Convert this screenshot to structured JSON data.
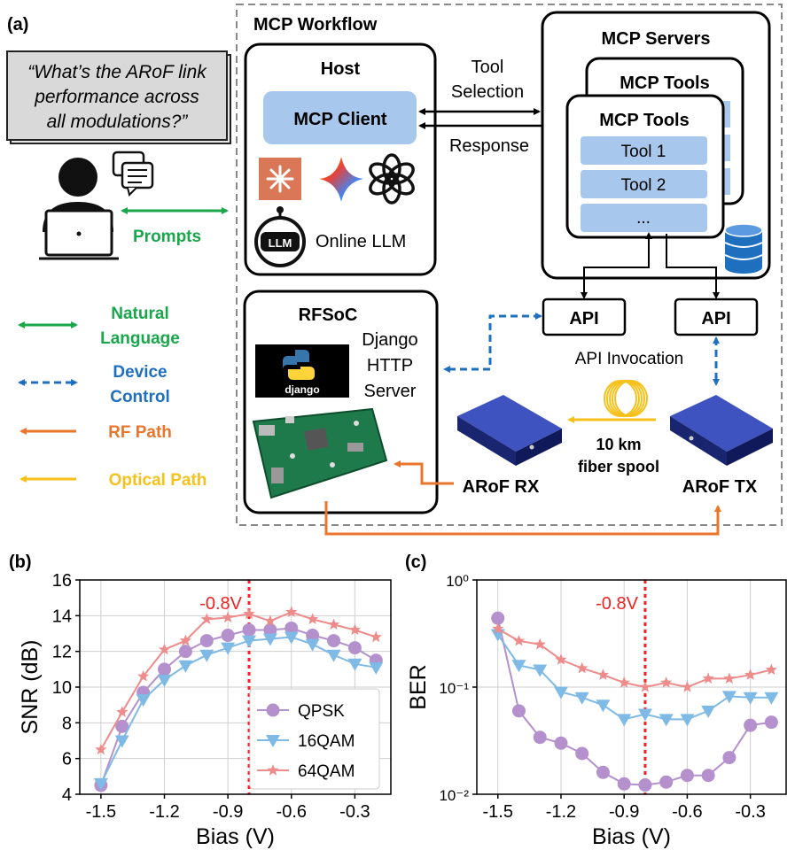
{
  "panel_labels": {
    "a": "(a)",
    "b": "(b)",
    "c": "(c)"
  },
  "diagram": {
    "query": [
      "“What’s the ARoF link",
      "performance  across",
      "all modulations?”"
    ],
    "prompts_label": "Prompts",
    "workflow_title": "MCP Workflow",
    "host_title": "Host",
    "mcp_client": "MCP Client",
    "online_llm": "Online LLM",
    "llm_badge": "LLM",
    "tool_selection": [
      "Tool",
      "Selection"
    ],
    "response": "Response",
    "servers_title": "MCP Servers",
    "tools_title": "MCP Tools",
    "tools": [
      "Tool 1",
      "Tool 2",
      "..."
    ],
    "api_left": "API",
    "api_right": "API",
    "api_invocation": "API Invocation",
    "rfsoc_title": "RFSoC",
    "django_server": [
      "Django",
      "HTTP",
      "Server"
    ],
    "django_logo": "django",
    "arof_rx": "ARoF RX",
    "arof_tx": "ARoF TX",
    "fiber": [
      "10 km",
      "fiber spool"
    ],
    "legend": [
      {
        "lines": [
          "Natural",
          "Language"
        ],
        "color": "#1aa64b"
      },
      {
        "lines": [
          "Device",
          "Control"
        ],
        "color": "#1f6fbf"
      },
      {
        "lines": [
          "RF Path"
        ],
        "color": "#e8762d"
      },
      {
        "lines": [
          "Optical Path"
        ],
        "color": "#f6c11a"
      }
    ],
    "colors": {
      "green": "#1aa64b",
      "blue": "#1f6fbf",
      "orange": "#e8762d",
      "yellow": "#f6c11a",
      "client": "#a7c8ec"
    }
  },
  "chart_data": [
    {
      "type": "line",
      "xlabel": "Bias (V)",
      "ylabel": "SNR (dB)",
      "xlim": [
        -1.6,
        -0.13
      ],
      "ylim": [
        4,
        16
      ],
      "xticks": [
        -1.5,
        -1.2,
        -0.9,
        -0.6,
        -0.3
      ],
      "xtick_labels": [
        "-1.5",
        "-1.2",
        "-0.9",
        "-0.6",
        "-0.3"
      ],
      "yticks": [
        4,
        6,
        8,
        10,
        12,
        14,
        16
      ],
      "ytick_labels": [
        "4",
        "6",
        "8",
        "10",
        "12",
        "14",
        "16"
      ],
      "grid": true,
      "legend_position": "lower-center",
      "annotation": {
        "text": "-0.8V",
        "x": -0.8
      },
      "x": [
        -1.5,
        -1.4,
        -1.3,
        -1.2,
        -1.1,
        -1.0,
        -0.9,
        -0.8,
        -0.7,
        -0.6,
        -0.5,
        -0.4,
        -0.3,
        -0.2
      ],
      "series": [
        {
          "name": "QPSK",
          "color": "#b490cc",
          "marker": "circle",
          "values": [
            4.5,
            7.8,
            9.7,
            11.0,
            12.0,
            12.6,
            12.9,
            13.2,
            13.2,
            13.3,
            12.9,
            12.6,
            12.2,
            11.5
          ]
        },
        {
          "name": "16QAM",
          "color": "#7fb9e6",
          "marker": "triangle",
          "values": [
            4.6,
            7.0,
            9.3,
            10.4,
            11.2,
            11.8,
            12.2,
            12.6,
            12.7,
            12.8,
            12.4,
            11.8,
            11.3,
            11.1
          ]
        },
        {
          "name": "64QAM",
          "color": "#ee8b8b",
          "marker": "star",
          "values": [
            6.5,
            8.6,
            10.6,
            12.1,
            12.6,
            13.8,
            13.9,
            14.1,
            13.7,
            14.2,
            13.8,
            13.5,
            13.2,
            12.8
          ]
        }
      ]
    },
    {
      "type": "line",
      "xlabel": "Bias (V)",
      "ylabel": "BER",
      "yscale": "log",
      "xlim": [
        -1.6,
        -0.13
      ],
      "ylim": [
        0.01,
        1
      ],
      "xticks": [
        -1.5,
        -1.2,
        -0.9,
        -0.6,
        -0.3
      ],
      "xtick_labels": [
        "-1.5",
        "-1.2",
        "-0.9",
        "-0.6",
        "-0.3"
      ],
      "yticks": [
        0.01,
        0.1,
        1
      ],
      "ytick_labels": [
        "10⁻²",
        "10⁻¹",
        "10⁰"
      ],
      "grid": true,
      "annotation": {
        "text": "-0.8V",
        "x": -0.8
      },
      "x": [
        -1.5,
        -1.4,
        -1.3,
        -1.2,
        -1.1,
        -1.0,
        -0.9,
        -0.8,
        -0.7,
        -0.6,
        -0.5,
        -0.4,
        -0.3,
        -0.2
      ],
      "series": [
        {
          "name": "QPSK",
          "color": "#b490cc",
          "marker": "circle",
          "values": [
            0.44,
            0.06,
            0.034,
            0.03,
            0.024,
            0.016,
            0.0125,
            0.0122,
            0.013,
            0.015,
            0.015,
            0.022,
            0.044,
            0.047
          ]
        },
        {
          "name": "16QAM",
          "color": "#7fb9e6",
          "marker": "triangle",
          "values": [
            0.31,
            0.16,
            0.145,
            0.09,
            0.08,
            0.068,
            0.05,
            0.056,
            0.05,
            0.05,
            0.06,
            0.082,
            0.08,
            0.08
          ]
        },
        {
          "name": "64QAM",
          "color": "#ee8b8b",
          "marker": "star",
          "values": [
            0.35,
            0.27,
            0.25,
            0.18,
            0.15,
            0.13,
            0.11,
            0.1,
            0.11,
            0.1,
            0.12,
            0.12,
            0.13,
            0.145
          ]
        }
      ]
    }
  ]
}
